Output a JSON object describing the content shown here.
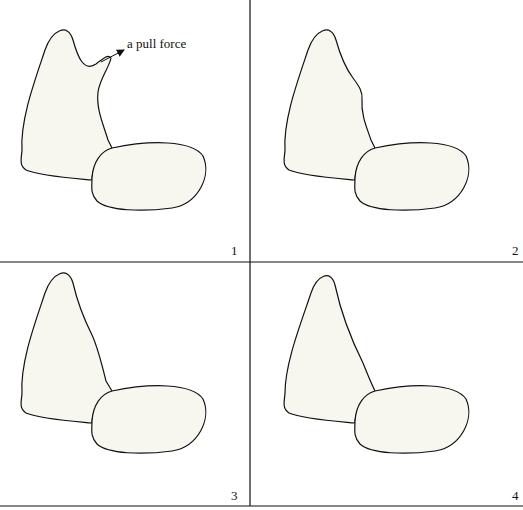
{
  "diagram": {
    "labels": [
      "a pull force",
      "1",
      "2",
      "3",
      "4"
    ]
  }
}
